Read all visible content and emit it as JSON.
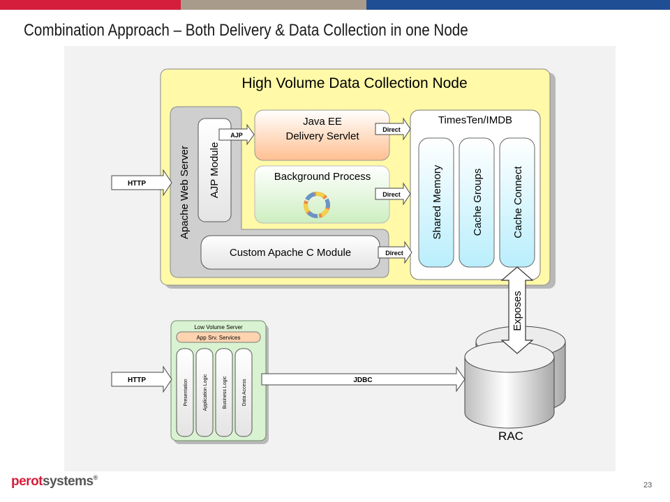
{
  "header": {
    "title": "Combination Approach – Both Delivery & Data Collection in one Node"
  },
  "colors": {
    "bar_red": "#d41e3c",
    "bar_tan": "#a99b8b",
    "bar_blue": "#1f4e94",
    "node_yellow": "#fff9a8",
    "web_server_gray": "#cfcfcf",
    "servlet_orange": "#ffd3b0",
    "background_green": "#e8f7e0",
    "timesten_cyan": "#e2f8ff",
    "low_volume_green": "#d9f2d1",
    "logo_red": "#d41e3c"
  },
  "diagram": {
    "high_volume_node": "High Volume Data Collection Node",
    "apache_web_server": "Apache Web Server",
    "ajp_module": "AJP Module",
    "java_ee_line1": "Java EE",
    "java_ee_line2": "Delivery Servlet",
    "background_process": "Background Process",
    "custom_apache": "Custom Apache C Module",
    "timesten": "TimesTen/IMDB",
    "shared_memory": "Shared Memory",
    "cache_groups": "Cache Groups",
    "cache_connect": "Cache Connect",
    "http_top": "HTTP",
    "ajp_arrow": "AJP",
    "direct_1": "Direct",
    "direct_2": "Direct",
    "direct_3": "Direct",
    "exposes": "Exposes",
    "low_volume_server": "Low Volume Server",
    "app_srv_services": "App Srv. Services",
    "presentation": "Presentation",
    "application_logic": "Application Logic",
    "business_logic": "Business Logic",
    "data_access": "Data Access",
    "http_bottom": "HTTP",
    "jdbc": "JDBC",
    "rac": "RAC"
  },
  "footer": {
    "logo_part1": "perot",
    "logo_part2": "systems",
    "logo_mark": "®",
    "page_number": "23"
  }
}
